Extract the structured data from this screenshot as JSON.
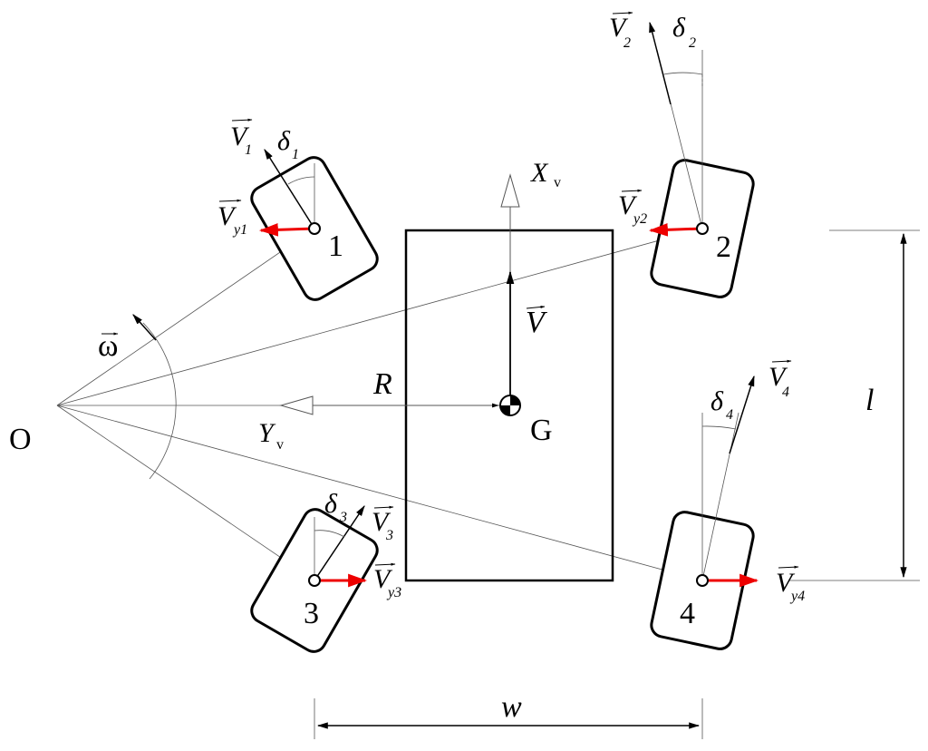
{
  "labels": {
    "origin": "O",
    "omega": "ω",
    "radius": "R",
    "cog": "G",
    "velocity": "V",
    "x_axis": "X",
    "x_axis_sub": "v",
    "y_axis": "Y",
    "y_axis_sub": "v",
    "length": "l",
    "width": "w"
  },
  "wheels": [
    {
      "number": "1",
      "v": "V",
      "v_sub": "1",
      "vy": "V",
      "vy_sub": "y1",
      "delta": "δ",
      "delta_sub": "1"
    },
    {
      "number": "2",
      "v": "V",
      "v_sub": "2",
      "vy": "V",
      "vy_sub": "y2",
      "delta": "δ",
      "delta_sub": "2"
    },
    {
      "number": "3",
      "v": "V",
      "v_sub": "3",
      "vy": "V",
      "vy_sub": "y3",
      "delta": "δ",
      "delta_sub": "3"
    },
    {
      "number": "4",
      "v": "V",
      "v_sub": "4",
      "vy": "V",
      "vy_sub": "y4",
      "delta": "δ",
      "delta_sub": "4"
    }
  ],
  "colors": {
    "lateral_velocity": "#e00000",
    "lines": "#000000"
  }
}
